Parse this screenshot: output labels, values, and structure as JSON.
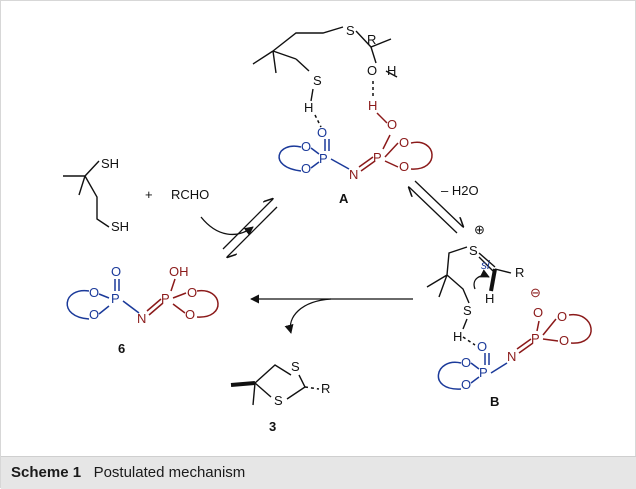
{
  "caption": {
    "label": "Scheme 1",
    "text": "Postulated mechanism"
  },
  "labels": {
    "compound_A": "A",
    "compound_B": "B",
    "compound_6": "6",
    "compound_3": "3",
    "reagent_rcho": "RCHO",
    "plus": "+",
    "minus_water": "– H2O",
    "si_face": "si"
  },
  "atoms": {
    "S": "S",
    "H": "H",
    "O": "O",
    "P": "P",
    "N": "N",
    "R": "R",
    "OH": "OH",
    "SH": "SH"
  },
  "charges": {
    "plus": "⊕",
    "minus": "⊖"
  },
  "colors": {
    "phosphoryl_blue": "#1b3a9a",
    "phosphoryl_red": "#8b1a1a",
    "caption_bg": "#e6e6e6"
  }
}
